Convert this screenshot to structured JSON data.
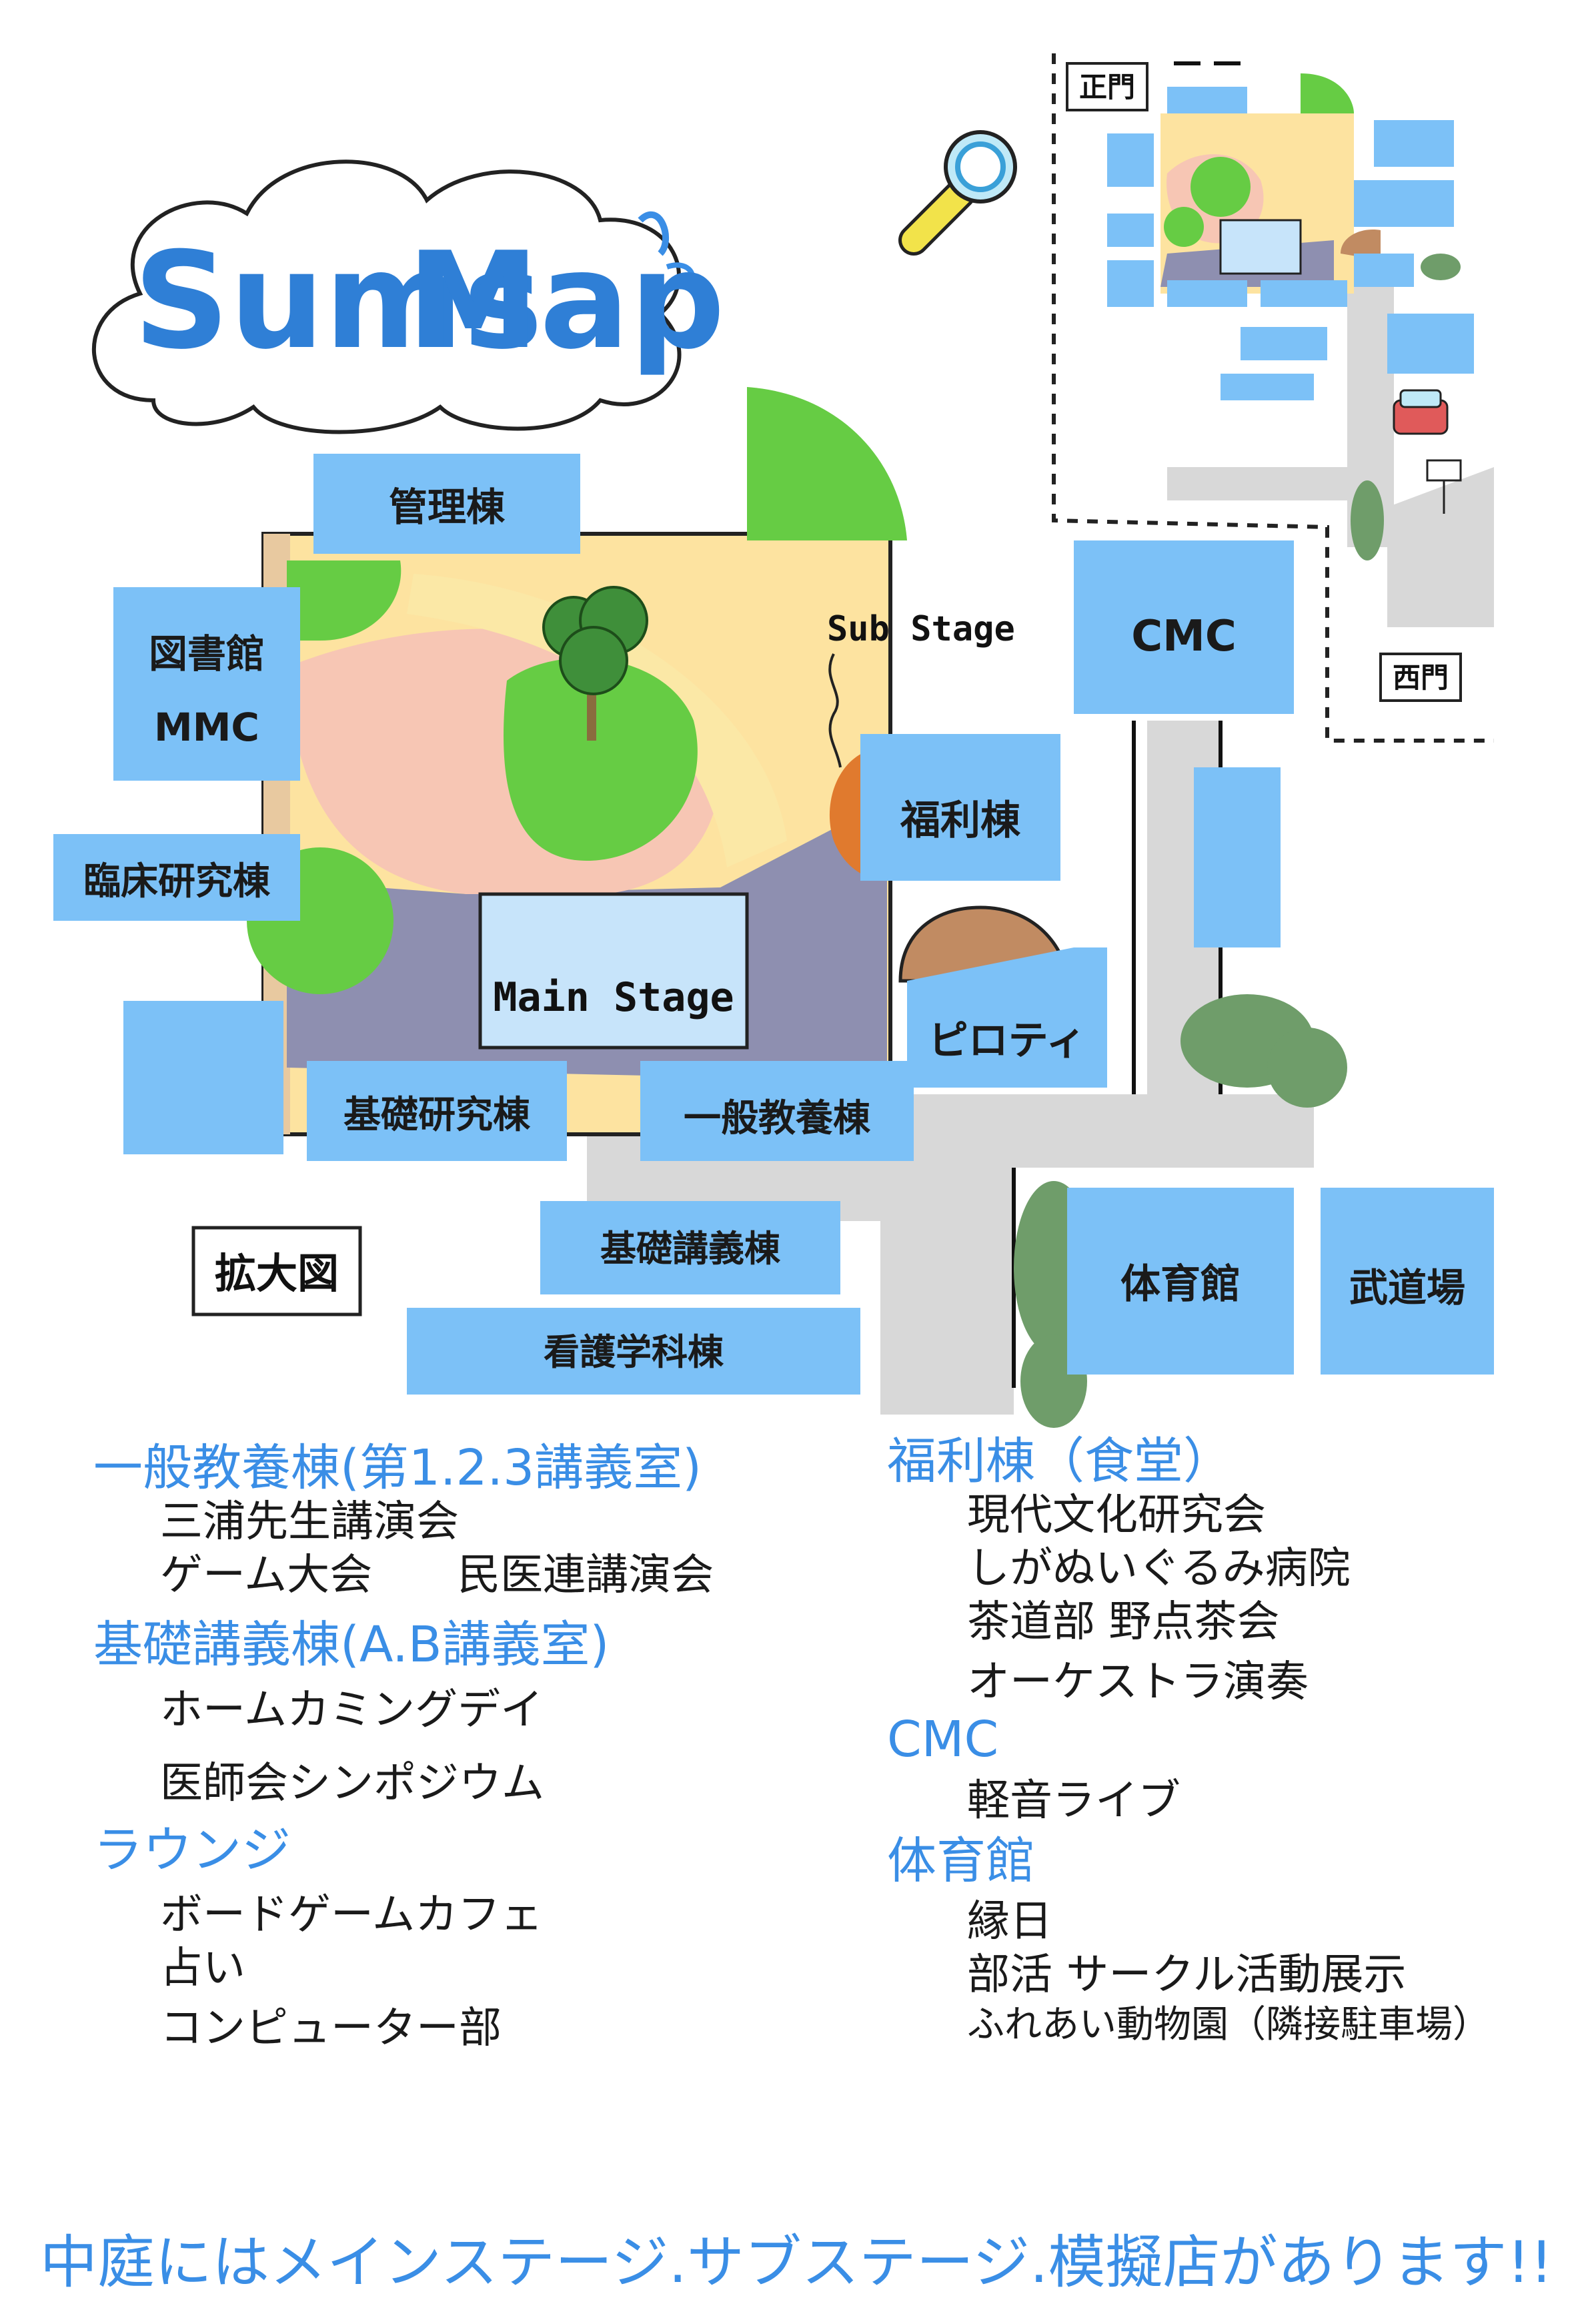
{
  "title": {
    "part1": "Sums",
    "part2": "Map"
  },
  "buildings": {
    "kanri": "管理棟",
    "toshokan": "図書館",
    "mmc": "MMC",
    "rinsho": "臨床研究棟",
    "kiso_kenkyu": "基礎研究棟",
    "ippan": "一般教養棟",
    "kiso_kogi": "基礎講義棟",
    "kango": "看護学科棟",
    "cmc": "CMC",
    "fukuri": "福利棟",
    "piloti": "ピロティ",
    "taiiku": "体育館",
    "budo": "武道場"
  },
  "stages": {
    "main": "Main Stage",
    "sub": "Sub Stage"
  },
  "zoom_label": "拡大図",
  "inset": {
    "main_gate": "正門",
    "west_gate": "西門"
  },
  "colors": {
    "building": "#7cc1f7",
    "grass": "#66cc44",
    "path": "#fbe8a6",
    "courtyard": "#fde3a0",
    "plaza": "#f7c6b4",
    "slate": "#8e8fb0",
    "road": "#d8d8d8",
    "heading": "#3a8ee6"
  },
  "legend": {
    "left": [
      {
        "heading": "一般教養棟(第1.2.3講義室)",
        "items": [
          "三浦先生講演会",
          "ゲーム大会　　民医連講演会"
        ]
      },
      {
        "heading": "基礎講義棟(A.B講義室)",
        "items": [
          "ホームカミングデイ",
          "医師会シンポジウム"
        ]
      },
      {
        "heading": "ラウンジ",
        "items": [
          "ボードゲームカフェ",
          "占い",
          "コンピューター部"
        ]
      }
    ],
    "right": [
      {
        "heading": "福利棟（食堂）",
        "items": [
          "現代文化研究会",
          "しがぬいぐるみ病院",
          "茶道部 野点茶会",
          "オーケストラ演奏"
        ]
      },
      {
        "heading": "CMC",
        "items": [
          "軽音ライブ"
        ]
      },
      {
        "heading": "体育館",
        "items": [
          "縁日",
          "部活 サークル活動展示",
          "ふれあい動物園（隣接駐車場）"
        ]
      }
    ]
  },
  "footer": "中庭にはメインステージ.サブステージ.模擬店があります!!"
}
